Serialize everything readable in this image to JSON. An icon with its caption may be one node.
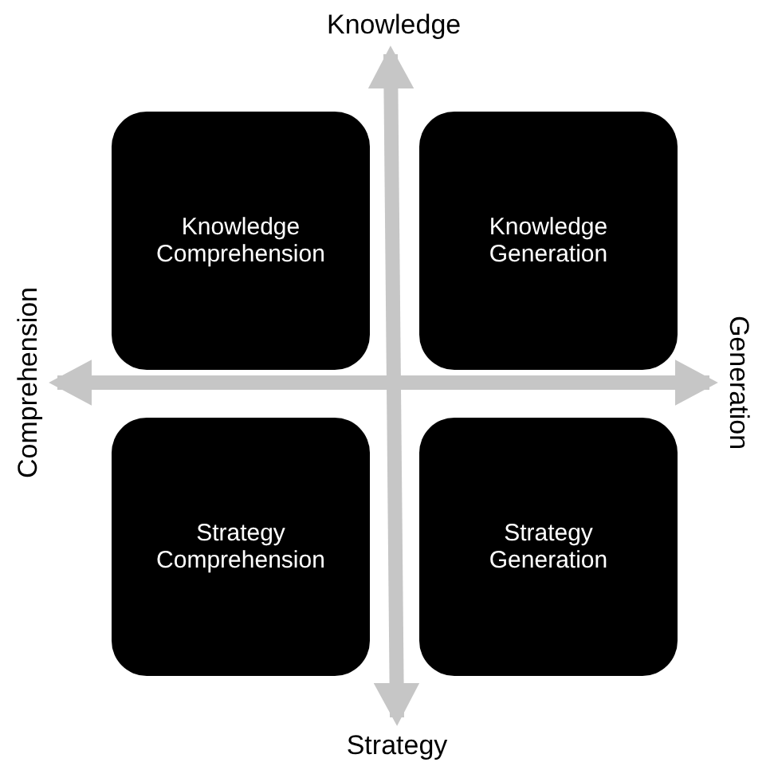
{
  "diagram": {
    "nodes": [
      {
        "text": [
          "Knowledge"
        ]
      },
      {
        "text": [
          "Knowledge Comprehension"
        ]
      },
      {
        "text": [
          "Knowledge Generation"
        ]
      },
      {
        "text": [
          "Comprehension"
        ]
      },
      {
        "text": [
          "Generation"
        ]
      },
      {
        "text": [
          "Strategy Comprehension"
        ]
      },
      {
        "text": [
          "Strategy Generation"
        ]
      },
      {
        "text": [
          "Strategy"
        ]
      }
    ],
    "edges": [
      {
        "from": 0,
        "to": 7,
        "arrow": "both"
      },
      {
        "from": 3,
        "to": 4,
        "arrow": "both"
      }
    ]
  }
}
